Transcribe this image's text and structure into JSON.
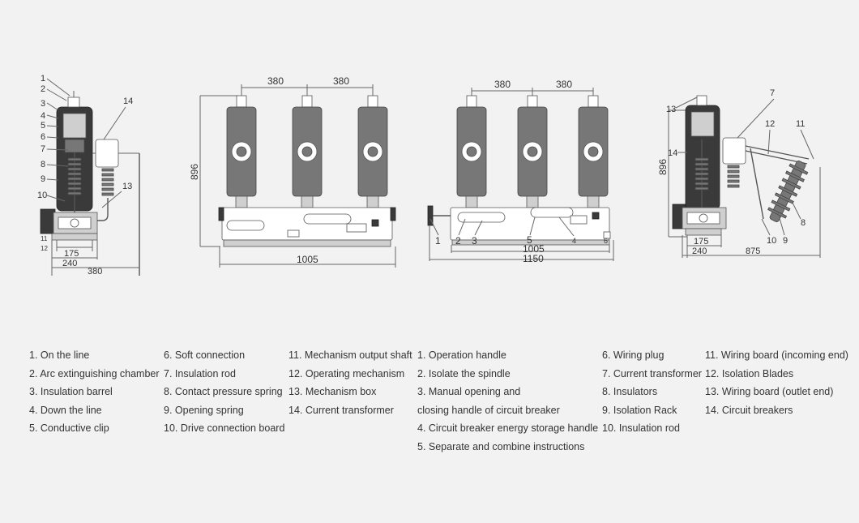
{
  "drawings": {
    "side_view_left": {
      "callouts": [
        "1",
        "2",
        "3",
        "4",
        "5",
        "6",
        "7",
        "8",
        "9",
        "10",
        "11",
        "12",
        "13",
        "14"
      ],
      "dims": {
        "inner": "175",
        "middle": "240",
        "outer": "380"
      }
    },
    "front_view_left": {
      "dims": {
        "spacing_a": "380",
        "spacing_b": "380",
        "height": "896",
        "width": "1005"
      }
    },
    "front_view_right": {
      "callouts": [
        "1",
        "2",
        "3",
        "4",
        "5",
        "6"
      ],
      "dims": {
        "spacing_a": "380",
        "spacing_b": "380",
        "width_inner": "1005",
        "width_outer": "1150"
      }
    },
    "side_view_right": {
      "callouts": [
        "7",
        "8",
        "9",
        "10",
        "11",
        "12",
        "13",
        "14"
      ],
      "dims": {
        "height": "896",
        "inner": "175",
        "middle": "240",
        "outer": "875"
      }
    }
  },
  "legend": {
    "col1": [
      "1. On the line",
      "2. Arc extinguishing chamber",
      "3. Insulation barrel",
      "4. Down the line",
      "5. Conductive clip"
    ],
    "col2": [
      "6. Soft connection",
      "7. Insulation rod",
      "8. Contact pressure spring",
      "9. Opening spring",
      "10. Drive connection board"
    ],
    "col3": [
      "11. Mechanism output shaft",
      "12. Operating mechanism",
      "13. Mechanism box",
      "14. Current transformer"
    ],
    "col4": [
      "1. Operation handle",
      "2. Isolate the spindle",
      "3. Manual opening and",
      "closing handle of circuit breaker",
      "4. Circuit breaker energy storage handle",
      "5. Separate and combine instructions"
    ],
    "col5": [
      "6. Wiring plug",
      "7. Current transformer",
      "8. Insulators",
      "9. Isolation Rack",
      "10. Insulation rod"
    ],
    "col6": [
      "11. Wiring board (incoming end)",
      "12. Isolation Blades",
      "13. Wiring board (outlet end)",
      "14. Circuit breakers"
    ]
  }
}
